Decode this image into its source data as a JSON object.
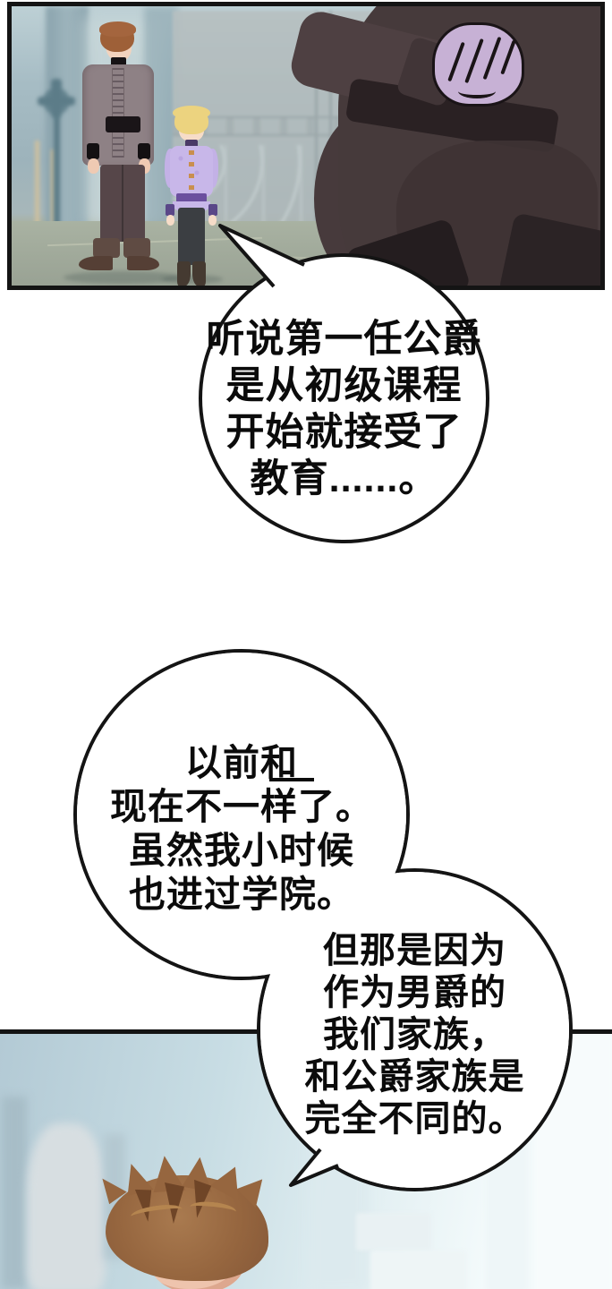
{
  "page": {
    "kind": "webtoon-comic-page",
    "background": "#ffffff"
  },
  "colors": {
    "ink": "#141414",
    "paper": "#ffffff",
    "bubble": "#ffffff",
    "wall": "#9fb6bf",
    "floor": "#a0a995",
    "figure-dark": "#463a3b",
    "fist-lavender": "#c7b1d5",
    "man-tunic": "#8e8185",
    "man-hair": "#a4653e",
    "boy-hair": "#ecd37f",
    "boy-shirt": "#c8b7e9",
    "skin": "#efcab3",
    "panel2-bg": "#c8dde4",
    "head-hair": "#96663f",
    "head-skin": "#eec4ad"
  },
  "bubbles": [
    {
      "lines": [
        "听说第一任公爵",
        "是从初级课程",
        "开始就接受了",
        "教育......。"
      ]
    },
    {
      "lines": [
        "以前和",
        "现在不一样了。",
        "虽然我小时候",
        "也进过学院。"
      ]
    },
    {
      "lines": [
        "但那是因为",
        "作为男爵的",
        "我们家族，",
        "和公爵家族是",
        "完全不同的。"
      ]
    }
  ]
}
